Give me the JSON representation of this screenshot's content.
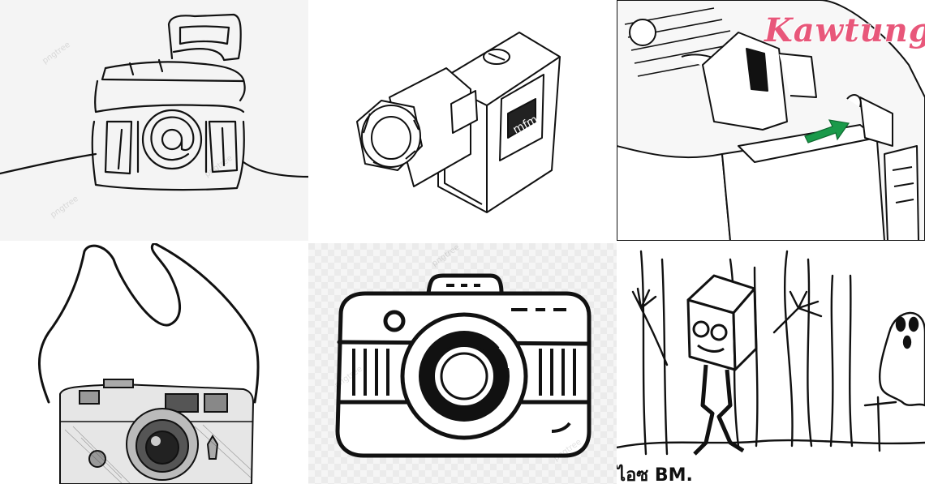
{
  "tiles": [
    {
      "id": "one-line-camera-drawing",
      "watermark": "pngtree"
    },
    {
      "id": "valve-connector-technical-sketch"
    },
    {
      "id": "camera-battery-diagram",
      "logo": "Kawtung",
      "logo_color": "#e8577a",
      "arrow_color": "#1a9a4a"
    },
    {
      "id": "sketched-rangefinder-camera"
    },
    {
      "id": "doodle-camera-icon",
      "watermark": "pngtree"
    },
    {
      "id": "spooky-cartoon-scene",
      "signature": "ไอซ BM."
    }
  ]
}
